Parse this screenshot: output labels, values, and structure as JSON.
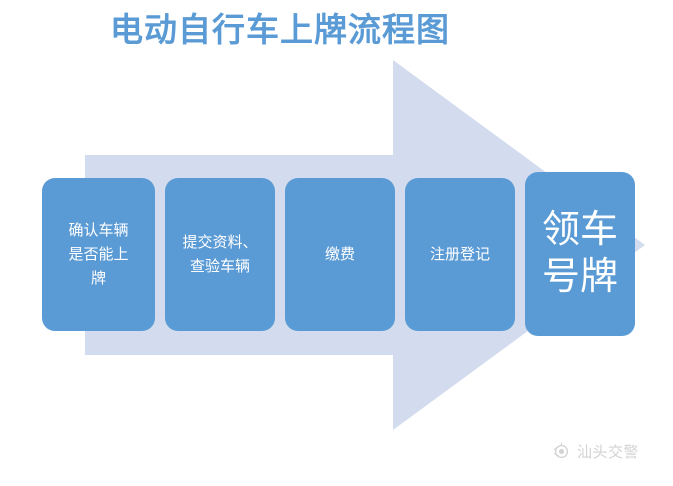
{
  "page": {
    "title": "电动自行车上牌流程图",
    "background_color": "#ffffff"
  },
  "colors": {
    "accent_blue": "#5b9bd5",
    "arrow_fill": "#d3dcee",
    "title_color": "#5b9bd5",
    "box_text_color": "#ffffff",
    "watermark_color": "#6d6d6d"
  },
  "arrow": {
    "name": "process-arrow",
    "direction": "right",
    "fill": "#d3dcee"
  },
  "steps": [
    {
      "index": "1",
      "label": "确认车辆\n是否能上\n牌"
    },
    {
      "index": "2",
      "label": "提交资料、\n查验车辆"
    },
    {
      "index": "3",
      "label": "缴费"
    },
    {
      "index": "4",
      "label": "注册登记"
    },
    {
      "index": "5",
      "label": "领车\n号牌"
    }
  ],
  "watermark": {
    "icon": "traffic-police-logo-icon",
    "text": "汕头交警"
  }
}
